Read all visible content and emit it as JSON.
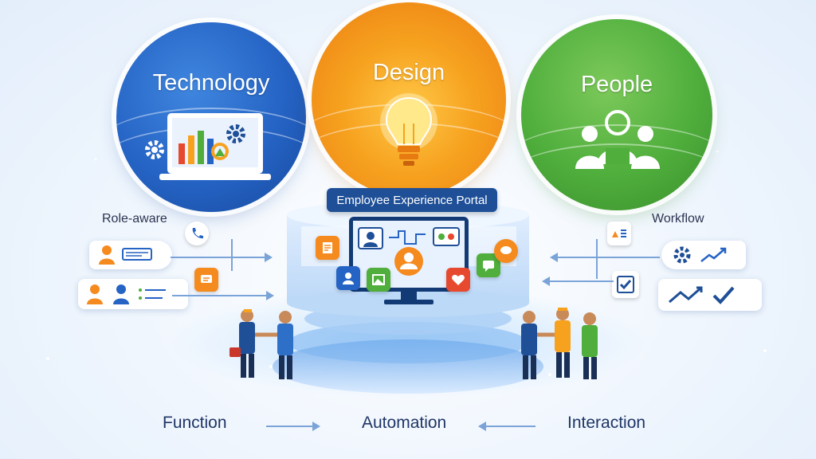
{
  "circles": {
    "technology": {
      "label": "Technology",
      "color": "#2563c4"
    },
    "design": {
      "label": "Design",
      "color": "#f6a21f"
    },
    "people": {
      "label": "People",
      "color": "#4fae3c"
    }
  },
  "portal": {
    "title": "Employee Experience Portal"
  },
  "sides": {
    "left": "Role-aware",
    "right": "Workflow"
  },
  "bottom": {
    "left": "Function",
    "center": "Automation",
    "right": "Interaction"
  },
  "icons": {
    "technology": [
      "laptop-chart-icon",
      "gear-icon"
    ],
    "design": [
      "lightbulb-icon"
    ],
    "people": [
      "team-icon"
    ],
    "left_cards": [
      "user-list-icon",
      "users-list-icon"
    ],
    "right_cards": [
      "gear-trend-icon",
      "trend-check-icon"
    ],
    "floating": [
      "phone-icon",
      "chat-icon",
      "document-icon",
      "image-icon",
      "heart-icon",
      "user-icon",
      "check-icon"
    ]
  },
  "colors": {
    "accent_blue": "#1e4f97",
    "arrow": "#7aa3d8",
    "orange": "#f58a1f",
    "green": "#4fae3c"
  }
}
